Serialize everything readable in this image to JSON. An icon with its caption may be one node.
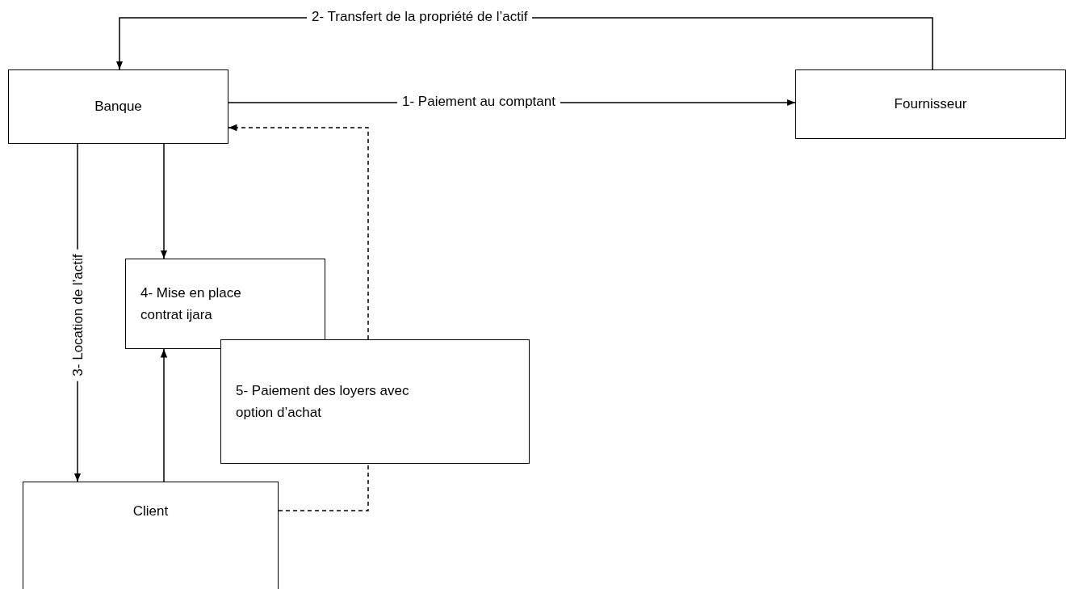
{
  "diagram": {
    "nodes": [
      {
        "text": [
          "Banque"
        ]
      },
      {
        "text": [
          "Fournisseur"
        ]
      },
      {
        "text": [
          "4- Mise en place contrat ijara"
        ]
      },
      {
        "text": [
          "5- Paiement des loyers avec option d’achat"
        ]
      },
      {
        "text": [
          "Client"
        ]
      }
    ],
    "edges": [
      {
        "from": 0,
        "to": 1,
        "arrow": "to",
        "label": "1- Paiement au comptant"
      },
      {
        "from": 1,
        "to": 0,
        "arrow": "to",
        "label": "2- Transfert de la propriété de l’actif"
      },
      {
        "from": 0,
        "to": 4,
        "arrow": "to",
        "label": "3- Location de l’actif"
      },
      {
        "from": 0,
        "to": 2,
        "arrow": "to"
      },
      {
        "from": 4,
        "to": 2,
        "arrow": "to"
      },
      {
        "from": 4,
        "to": 3,
        "arrow": "none",
        "style": "dashed"
      },
      {
        "from": 3,
        "to": 0,
        "arrow": "to",
        "style": "dashed"
      }
    ]
  }
}
